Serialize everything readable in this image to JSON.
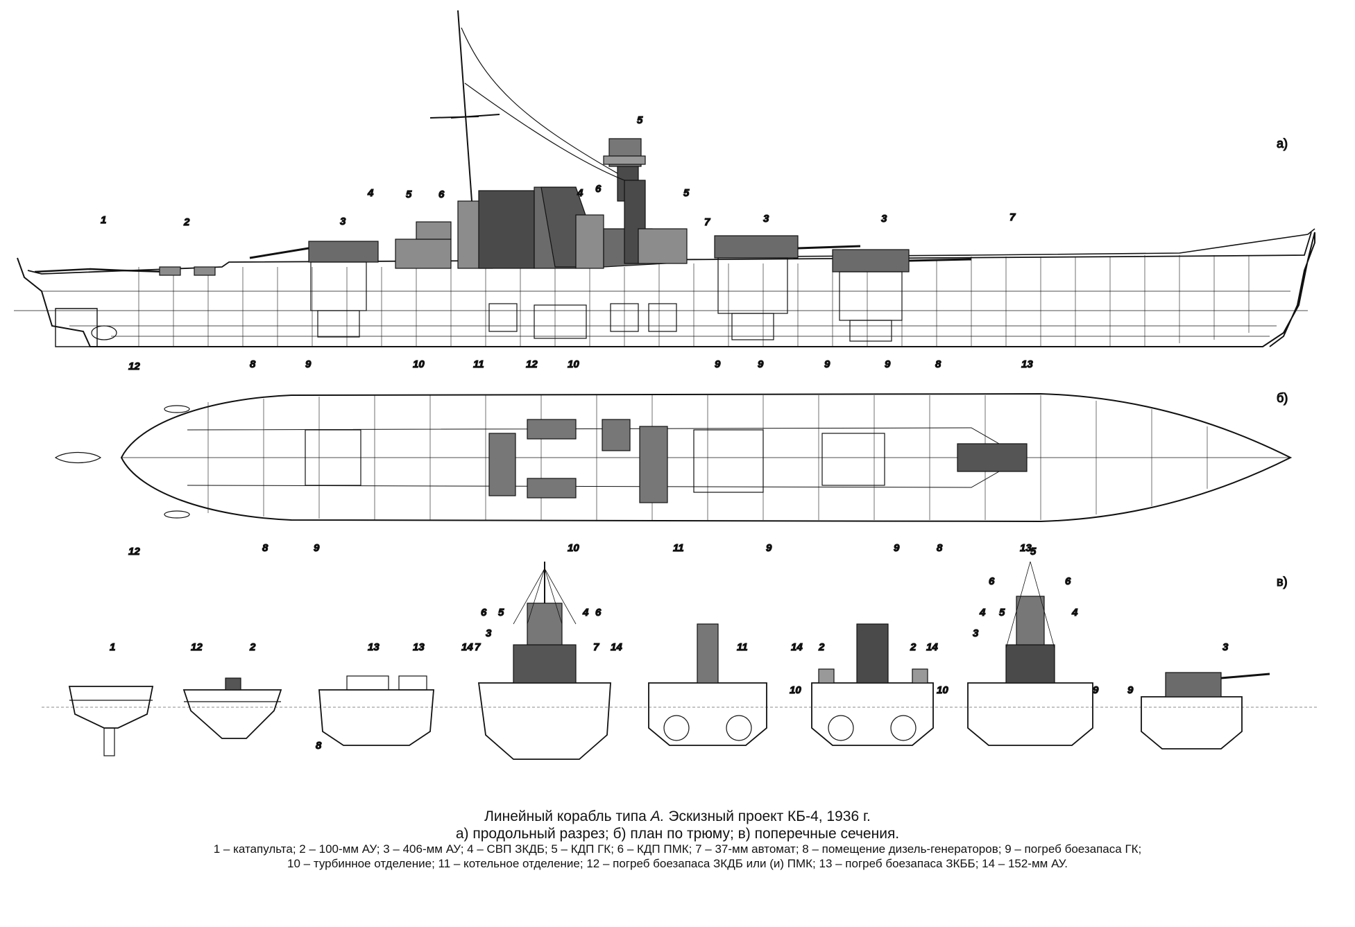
{
  "caption": {
    "title_prefix": "Линейный корабль типа",
    "title_italic": "А.",
    "title_suffix": "Эскизный проект КБ-4, 1936 г.",
    "subtitle": "а) продольный разрез; б) план по трюму; в) поперечные сечения.",
    "legend_line1": "1 – катапульта; 2 – 100-мм АУ; 3 – 406-мм АУ; 4 – СВП ЗКДБ; 5 – КДП ГК; 6 – КДП ПМК; 7 – 37-мм автомат; 8 – помещение дизель-генераторов; 9 – погреб боезапаса ГК;",
    "legend_line2": "10 – турбинное отделение; 11 – котельное отделение; 12 – погреб боезапаса ЗКДБ или (и) ПМК; 13 – погреб боезапаса ЗКББ; 14 – 152-мм АУ."
  },
  "views": {
    "a": "а)",
    "b": "б)",
    "v": "в)"
  },
  "colors": {
    "ink": "#111111",
    "grey_fill": "#8c8c8c",
    "dark_fill": "#4a4a4a",
    "paper": "#ffffff"
  }
}
